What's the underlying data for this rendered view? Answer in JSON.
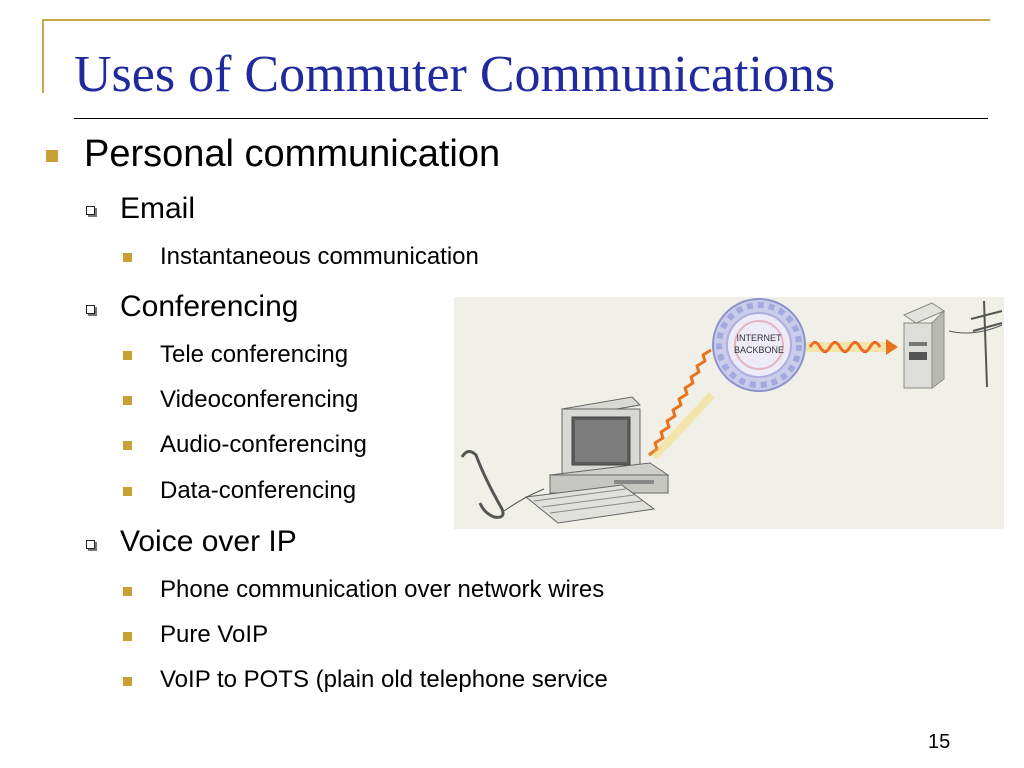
{
  "slide": {
    "title": "Uses of Commuter Communications",
    "page_number": "15",
    "bullets": {
      "personal": "Personal communication",
      "email": "Email",
      "instant": "Instantaneous communication",
      "conferencing": "Conferencing",
      "tele": "Tele conferencing",
      "video": "Videoconferencing",
      "audio": "Audio-conferencing",
      "data": "Data-conferencing",
      "voip": "Voice over IP",
      "phone": "Phone communication over network wires",
      "pure": "Pure VoIP",
      "pots": "VoIP to POTS (plain old telephone service"
    },
    "illustration": {
      "label_line1": "INTERNET",
      "label_line2": "BACKBONE"
    }
  }
}
